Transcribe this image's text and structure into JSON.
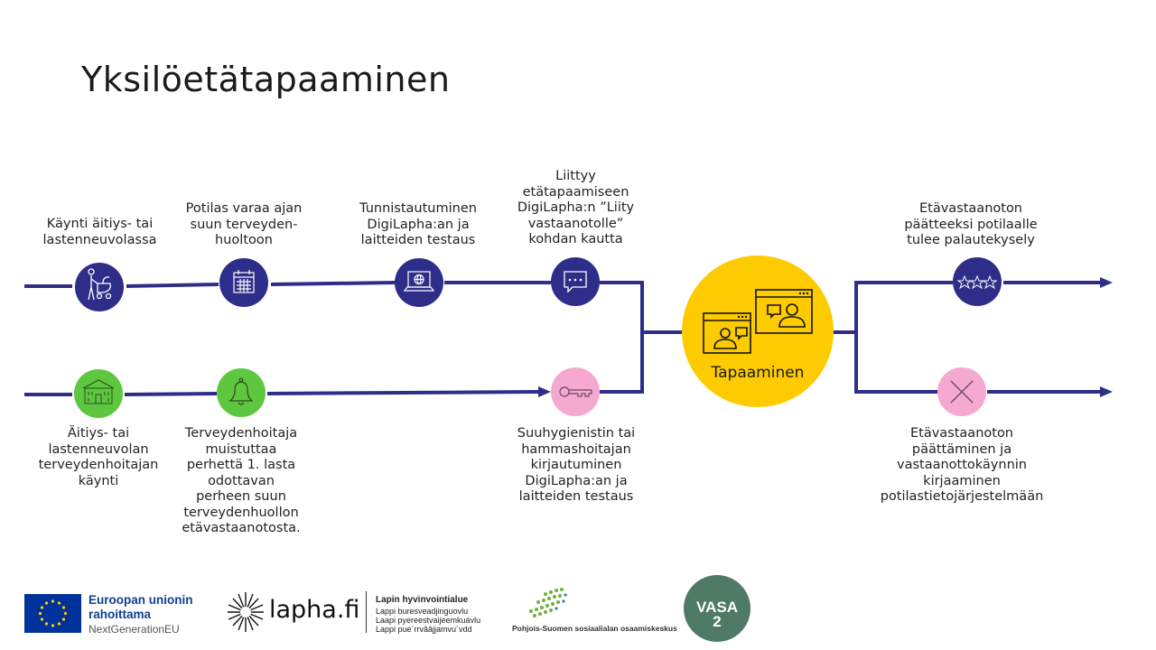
{
  "title": "Yksilöetätapaaminen",
  "colors": {
    "line": "#2e2e8a",
    "navy_node": "#2e2e8a",
    "green_node": "#5dc83f",
    "pink_node": "#f5a8d0",
    "center": "#fecb00"
  },
  "top_row": [
    {
      "label": [
        "Käynti äitiys- tai",
        "lastenneuvolassa"
      ],
      "icon": "stroller-icon"
    },
    {
      "label": [
        "Potilas varaa ajan",
        "suun terveyden-",
        "huoltoon"
      ],
      "icon": "calendar-icon"
    },
    {
      "label": [
        "Tunnistautuminen",
        "DigiLapha:an ja",
        "laitteiden testaus"
      ],
      "icon": "laptop-globe-icon"
    },
    {
      "label": [
        "Liittyy",
        "etätapaamiseen",
        "DigiLapha:n ”Liity",
        "vastaanotolle”",
        "kohdan kautta"
      ],
      "icon": "chat-bubble-icon"
    }
  ],
  "bottom_row": [
    {
      "label": [
        "Äitiys- tai",
        "lastenneuvolan",
        "terveydenhoitajan",
        "käynti"
      ],
      "icon": "building-icon"
    },
    {
      "label": [
        "Terveydenhoitaja",
        "muistuttaa",
        "perhettä 1. lasta",
        "odottavan",
        "perheen suun",
        "terveydenhuollon",
        "etävastaanotosta."
      ],
      "icon": "bell-icon"
    },
    {
      "label": [
        "Suuhygienistin tai",
        "hammashoitajan",
        "kirjautuminen",
        "DigiLapha:an ja",
        "laitteiden testaus"
      ],
      "icon": "key-icon"
    }
  ],
  "center": {
    "label": "Tapaaminen",
    "icon": "video-meeting-icon"
  },
  "right_top": {
    "label": [
      "Etävastaanoton",
      "päätteeksi potilaalle",
      "tulee palautekysely"
    ],
    "icon": "stars-icon"
  },
  "right_bottom": {
    "label": [
      "Etävastaanoton",
      "päättäminen ja",
      "vastaanottokäynnin",
      "kirjaaminen",
      "potilastietojärjestelmään"
    ],
    "icon": "close-x-icon"
  },
  "footer": {
    "eu_line1": "Euroopan unionin",
    "eu_line2": "rahoittama",
    "eu_line3": "NextGenerationEU",
    "lapha": "lapha.fi",
    "lh_title": "Lapin hyvinvointialue",
    "lh_line1": "Lappi buresveadjinguovlu",
    "lh_line2": "Laapi pyereestvaijeemkuávlu",
    "lh_line3": "Lappi pue´rrvââjjamvu´vdd",
    "ps": "Pohjois-Suomen sosiaalialan osaamiskeskus",
    "vasa": "VASA",
    "vasa2": "2"
  }
}
